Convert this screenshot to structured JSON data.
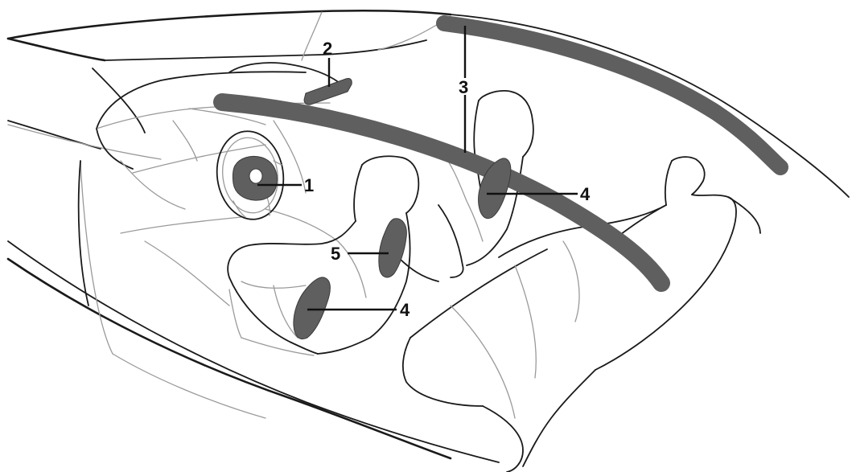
{
  "callouts": {
    "c1": "1",
    "c2": "2",
    "c3": "3",
    "c4_upper": "4",
    "c4_lower": "4",
    "c5": "5"
  },
  "colors": {
    "airbag_fill": "#5f5f5f",
    "line": "#1a1a1a",
    "background": "#ffffff"
  }
}
